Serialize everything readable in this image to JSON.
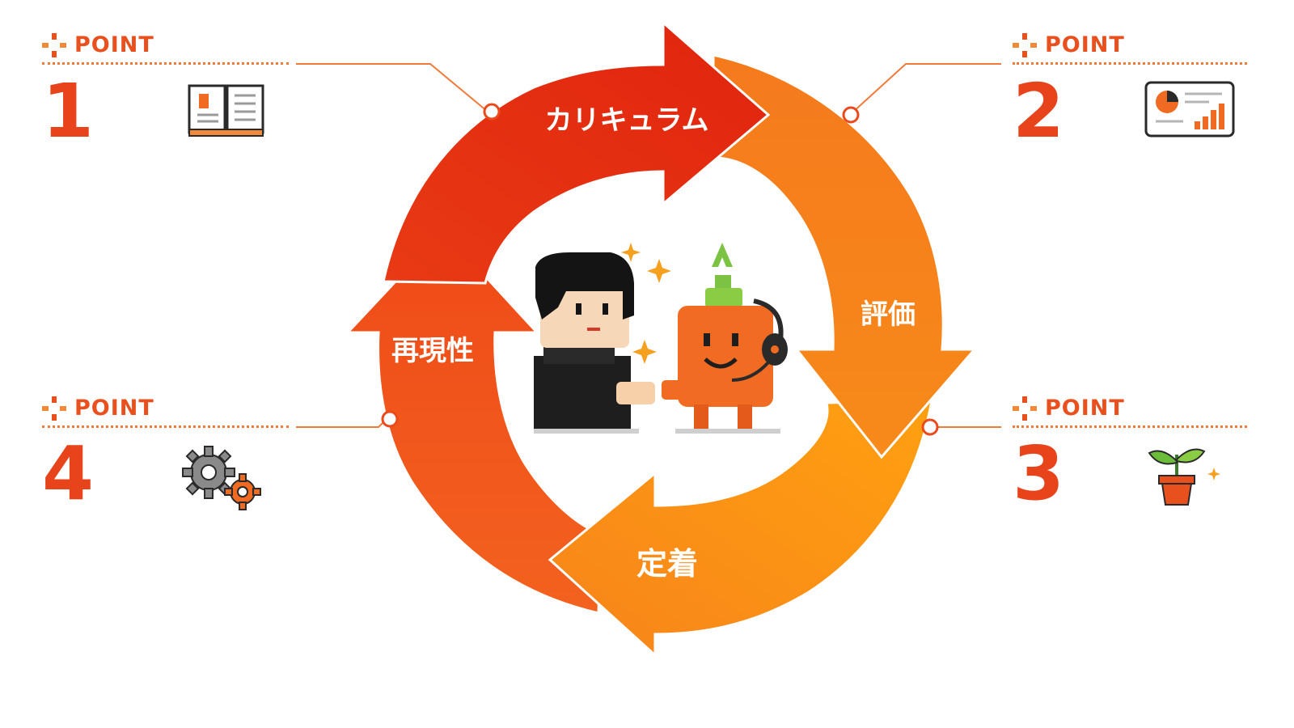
{
  "cycle": {
    "segments": [
      {
        "label": "カリキュラム"
      },
      {
        "label": "評価"
      },
      {
        "label": "定着"
      },
      {
        "label": "再現性"
      }
    ]
  },
  "points": [
    {
      "tag": "POINT",
      "number": "1",
      "icon": "open-book-icon"
    },
    {
      "tag": "POINT",
      "number": "2",
      "icon": "report-chart-icon"
    },
    {
      "tag": "POINT",
      "number": "3",
      "icon": "sprout-icon"
    },
    {
      "tag": "POINT",
      "number": "4",
      "icon": "gears-icon"
    }
  ],
  "colors": {
    "accent": "#e8501e",
    "arrow_red": "#e02a10",
    "arrow_orange": "#f68b1f",
    "arrow_amber": "#ff9a10",
    "mascot": "#f26b22"
  }
}
